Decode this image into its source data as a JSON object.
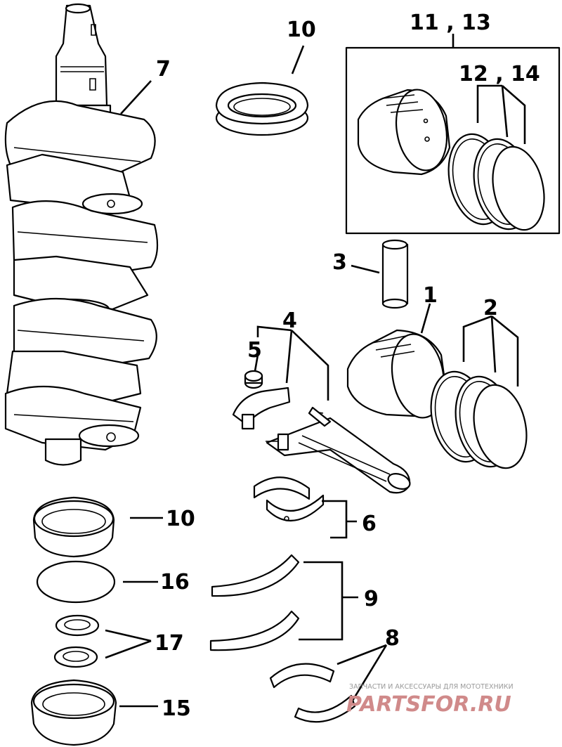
{
  "callouts": {
    "c1": "1",
    "c2": "2",
    "c3": "3",
    "c4": "4",
    "c5": "5",
    "c6": "6",
    "c7": "7",
    "c8": "8",
    "c9": "9",
    "c10a": "10",
    "c10b": "10",
    "c11_13": "11 , 13",
    "c12_14": "12 , 14",
    "c15": "15",
    "c16": "16",
    "c17": "17"
  },
  "watermark": {
    "tagline": "ЗАПЧАСТИ И АКСЕССУАРЫ ДЛЯ МОТОТЕХНИКИ",
    "site": "PARTSFOR.RU"
  },
  "colors": {
    "line": "#000000",
    "watermark_text": "#d08a8a",
    "watermark_sub": "#9a9a9a"
  }
}
